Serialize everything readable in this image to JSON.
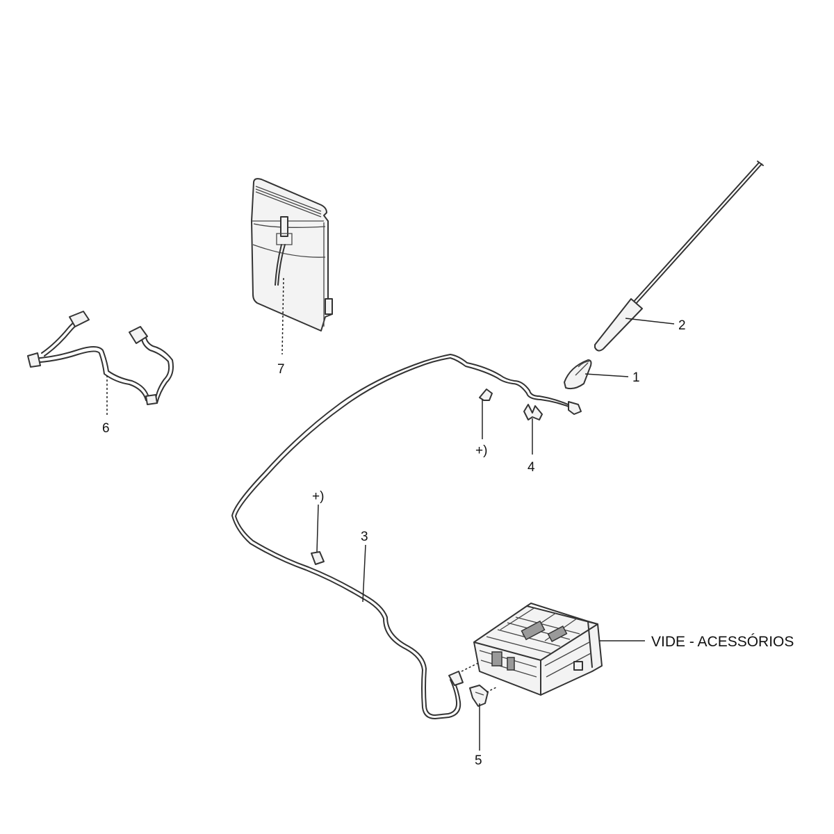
{
  "labels": {
    "part_1": "1",
    "part_2": "2",
    "part_3": "3",
    "part_4": "4",
    "part_5": "5",
    "part_6": "6",
    "part_7": "7",
    "note_a": "+)",
    "note_b": "+)",
    "accessories_ref": "VIDE - ACESSÓRIOS"
  }
}
